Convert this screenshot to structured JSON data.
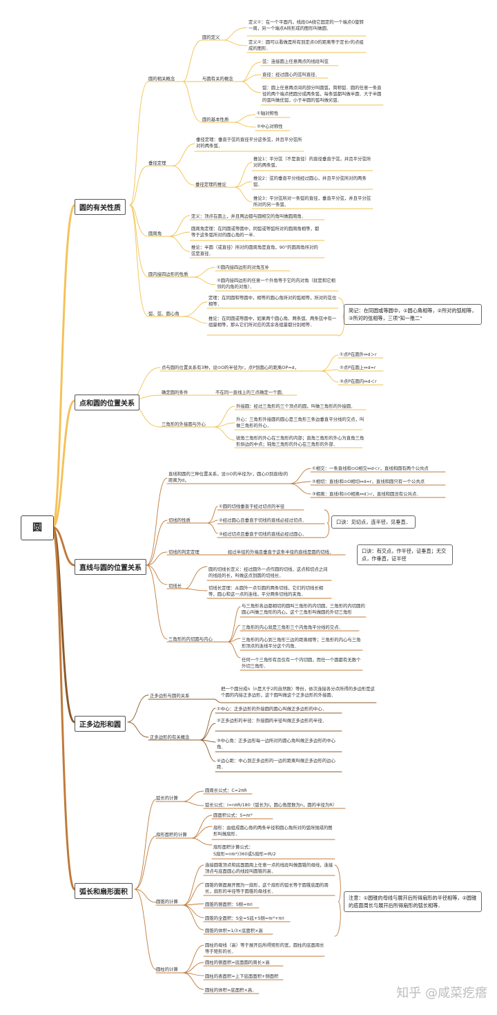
{
  "root": "圆",
  "watermark": "知乎 @咸菜疙瘩",
  "colors": {
    "s1": "#f2c14e",
    "s2": "#f2c14e",
    "s3": "#c07a3a",
    "s4": "#8b5a2b",
    "s5": "#c07a3a"
  },
  "s1": {
    "title": "圆的有关性质",
    "c1": "圆的相关概念",
    "c1a": "圆的定义",
    "c1a1": "定义①：在一个平面内，线段OA绕它固定的一个端点O旋转一周，另一个端点A所形成的图形叫做圆．",
    "c1a2": "定义②：圆可以看做是所有到定点O的距离等于定长r的点组成的图形．",
    "c1b": "与圆有关的概念",
    "c1b1": "弦：连接圆上任意两点的线段叫弦",
    "c1b2": "直径：经过圆心的弦叫直径．",
    "c1b3": "弧：圆上任意两点间的部分叫圆弧，简称弧．圆的任意一条直径的两个端点把圆分成两条弧，每条弧都叫做半圆．大于半圆的弧叫做优弧，小于半圆的弧叫做劣弧．",
    "c1c": "圆的基本性质",
    "c1c1": "①轴对称性",
    "c1c2": "②中心对称性",
    "c2": "垂径定理",
    "c2a": "垂径定理：垂直于弦的直径平分这条弦，并且平分弦所对的两条弧．",
    "c2b": "垂径定理的推论",
    "c2b1": "推论1：平分弦（不是直径）的直径垂直于弦，并且平分弦所对的两条弧．",
    "c2b2": "推论2：弦的垂直平分线经过圆心，并且平分弦所对的两条弧．",
    "c2b3": "推论3：平分弦所对一条弧的直径，垂直平分弦，并且平分弦所对的另一条弧．",
    "c3": "圆周角",
    "c3a": "定义：顶点在圆上，并且两边都与圆相交的角叫做圆周角．",
    "c3b": "圆周角定理：在同圆或等圆中，同弧或等弧所对的圆周角相等，都等于这条弧所对的圆心角的一半．",
    "c3c": "推论：半圆（或直径）所对的圆周角是直角，90°的圆周角所对的弦是直径．",
    "c4": "圆内接四边形的性质",
    "c4a": "①圆内接四边形的对角互补",
    "c4b": "②圆内接四边形的任意一个外角等于它的内对角（就是和它相邻的内角的对角）．",
    "c5": "弧、弦、圆心角",
    "c5a": "定理：在同圆和等圆中，相等的圆心角所对的弧相等，所对的弦也相等．",
    "c5b": "推论：在同圆或等圆中，如果两个圆心角、两条弧、两条弦中有一组量相等，那么它们所对应的其余各组量都分别相等．",
    "c5note": "简记：在同圆或等圆中，①圆心角相等，②所对的弧相等，③所对的弦相等，三项\"知一推二\""
  },
  "s2": {
    "title": "点和圆的位置关系",
    "c1": "点与圆的位置关系有3种，设⊙O的半径为r，点P到圆心的距离OP=d，",
    "c1a": "①点P在圆外⇔d＞r",
    "c1b": "②点P在圆上⇔d=r",
    "c1c": "③点P在圆内⇔d＜r",
    "c2": "确定圆的条件",
    "c2a": "不在同一直线上的三点确定一个圆．",
    "c3": "三角形的外接圆与外心",
    "c3a": "外接圆：经过三角形的三个顶点的圆，叫做三角形的外接圆．",
    "c3b": "外心：三角形外接圆的圆心是三角形三条边垂直平分线的交点，叫做三角形的外心．",
    "c3c": "锐角三角形的外心在三角形的内部；直角三角形的外心为直角三角形斜边的中点；钝角三角形的外心在三角形的外部．"
  },
  "s3": {
    "title": "直线与圆的位置关系",
    "c1": "直线和圆的三种位置关系，设⊙O的半径为r，圆心O到直线l的距离为d，",
    "c1a": "①相交：一条直线和⊙O相交⇔d＜r，直线和圆有两个公共点",
    "c1b": "②相切：直线l和⊙O相切⇔d=r，直线和圆只有一个公共点",
    "c1c": "③相离：直线l和⊙O相离⇔d＞r，直线和圆没有公共点．",
    "c2": "切线的性质",
    "c2a": "①圆的切线垂直于经过切点的半径",
    "c2b": "②经过圆心且垂直于切线的直线必经过切点．",
    "c2c": "③经过切点且垂直于切线的直线必经过圆心．",
    "c2note": "口诀：见切点，连半径，见垂直．",
    "c3": "切线的判定定理",
    "c3a": "经过半径的外端且垂直于这条半径的直线是圆的切线．",
    "c3note": "口诀：有交点，作半径，证垂直；无交点，作垂直，证半径",
    "c4": "切线长",
    "c4a": "圆的切线长定义：经过圆外一点作圆的切线，这点和切点之间的线段的长，叫做这点到圆的切线长．",
    "c4b": "切线长定理：从圆外一点引圆的两条切线，它们的切线长相等，圆心和这一点的连线，平分两条切线的夹角．",
    "c5": "三角形的内切圆与内心",
    "c5a": "与三角形各边都相切的圆叫三角形的内切圆，三角形的内切圆的圆心叫做三角形的内心，这个三角形叫做圆的外切三角形",
    "c5b": "三角形的内心就是三角形三个内角角平分线的交点．",
    "c5c": "三角形的内心到三角形三边的距离相等；三角形的内心与三角形顶点的连线平分这个内角．",
    "c5d": "任何一个三角形有且仅有一个内切圆，而任一个圆都有无数个外切三角形．"
  },
  "s4": {
    "title": "正多边形和圆",
    "c1": "正多边形与圆的关系",
    "c1a": "把一个圆分成n（n是大于2的自然数）等份，依次连接各分点所得的多边形是这个圆的内接正多边形，这个圆叫做这个正多边形的外接圆．",
    "c2": "正多边形的有关概念",
    "c2a": "①中心：正多边形的外接圆的圆心叫做正多边形的中心．",
    "c2b": "②正多边形的半径：外接圆的半径叫做正多边形的半径．",
    "c2c": "③中心角：正多边形每一边所对的圆心角叫做正多边形的中心角．",
    "c2d": "④边心距：中心到正多边形的一边的距离叫做正多边形的边心距．"
  },
  "s5": {
    "title": "弧长和扇形面积",
    "c1": "弧长的计算",
    "c1a": "圆周长公式：C=2πR",
    "c1b": "弧长公式：l=nπR/180（弧长为l，圆心角度数为n，圆的半径为R）",
    "c2": "扇形面积的计算",
    "c2a": "圆面积公式：S=πr²",
    "c2b": "扇形：由组成圆心角的两条半径和圆心角所对的弧所围成的图形叫做扇形．",
    "c2c1": "扇形面积计算公式：",
    "c2c2": "S扇形=nπr²/360或S扇形=lR/2",
    "c3": "圆锥的计算",
    "c3a": "连接圆锥顶点和底面圆周上任意一点的线段叫做圆锥的母线，连接顶点与底面圆心的线段叫圆锥的高．",
    "c3b": "圆锥的侧面展开图为一扇形，这个扇形的弧长等于圆锥底面的周长，扇形的半径等于圆锥的母线长．",
    "c3c": "圆锥的侧面积：S侧=πrl",
    "c3d": "圆锥的全面积：S全=S底+S侧=πr²+πrl",
    "c3e": "圆锥的体积=1/3×底面积×高",
    "c3note": "注意：①圆锥的母线与展开后所得扇形的半径相等，②圆锥的底面周长与展开后所得扇形的弧长相等．",
    "c4": "圆柱的计算",
    "c4a": "圆柱的母线（高）等于展开后所得矩形的宽，圆柱的底面周长等于矩形的长．",
    "c4b": "圆柱的侧面积=底面圆的周长×高",
    "c4c": "圆柱的表面积=上下底面面积+侧面积",
    "c4d": "圆柱的体积=底面积×高．"
  }
}
